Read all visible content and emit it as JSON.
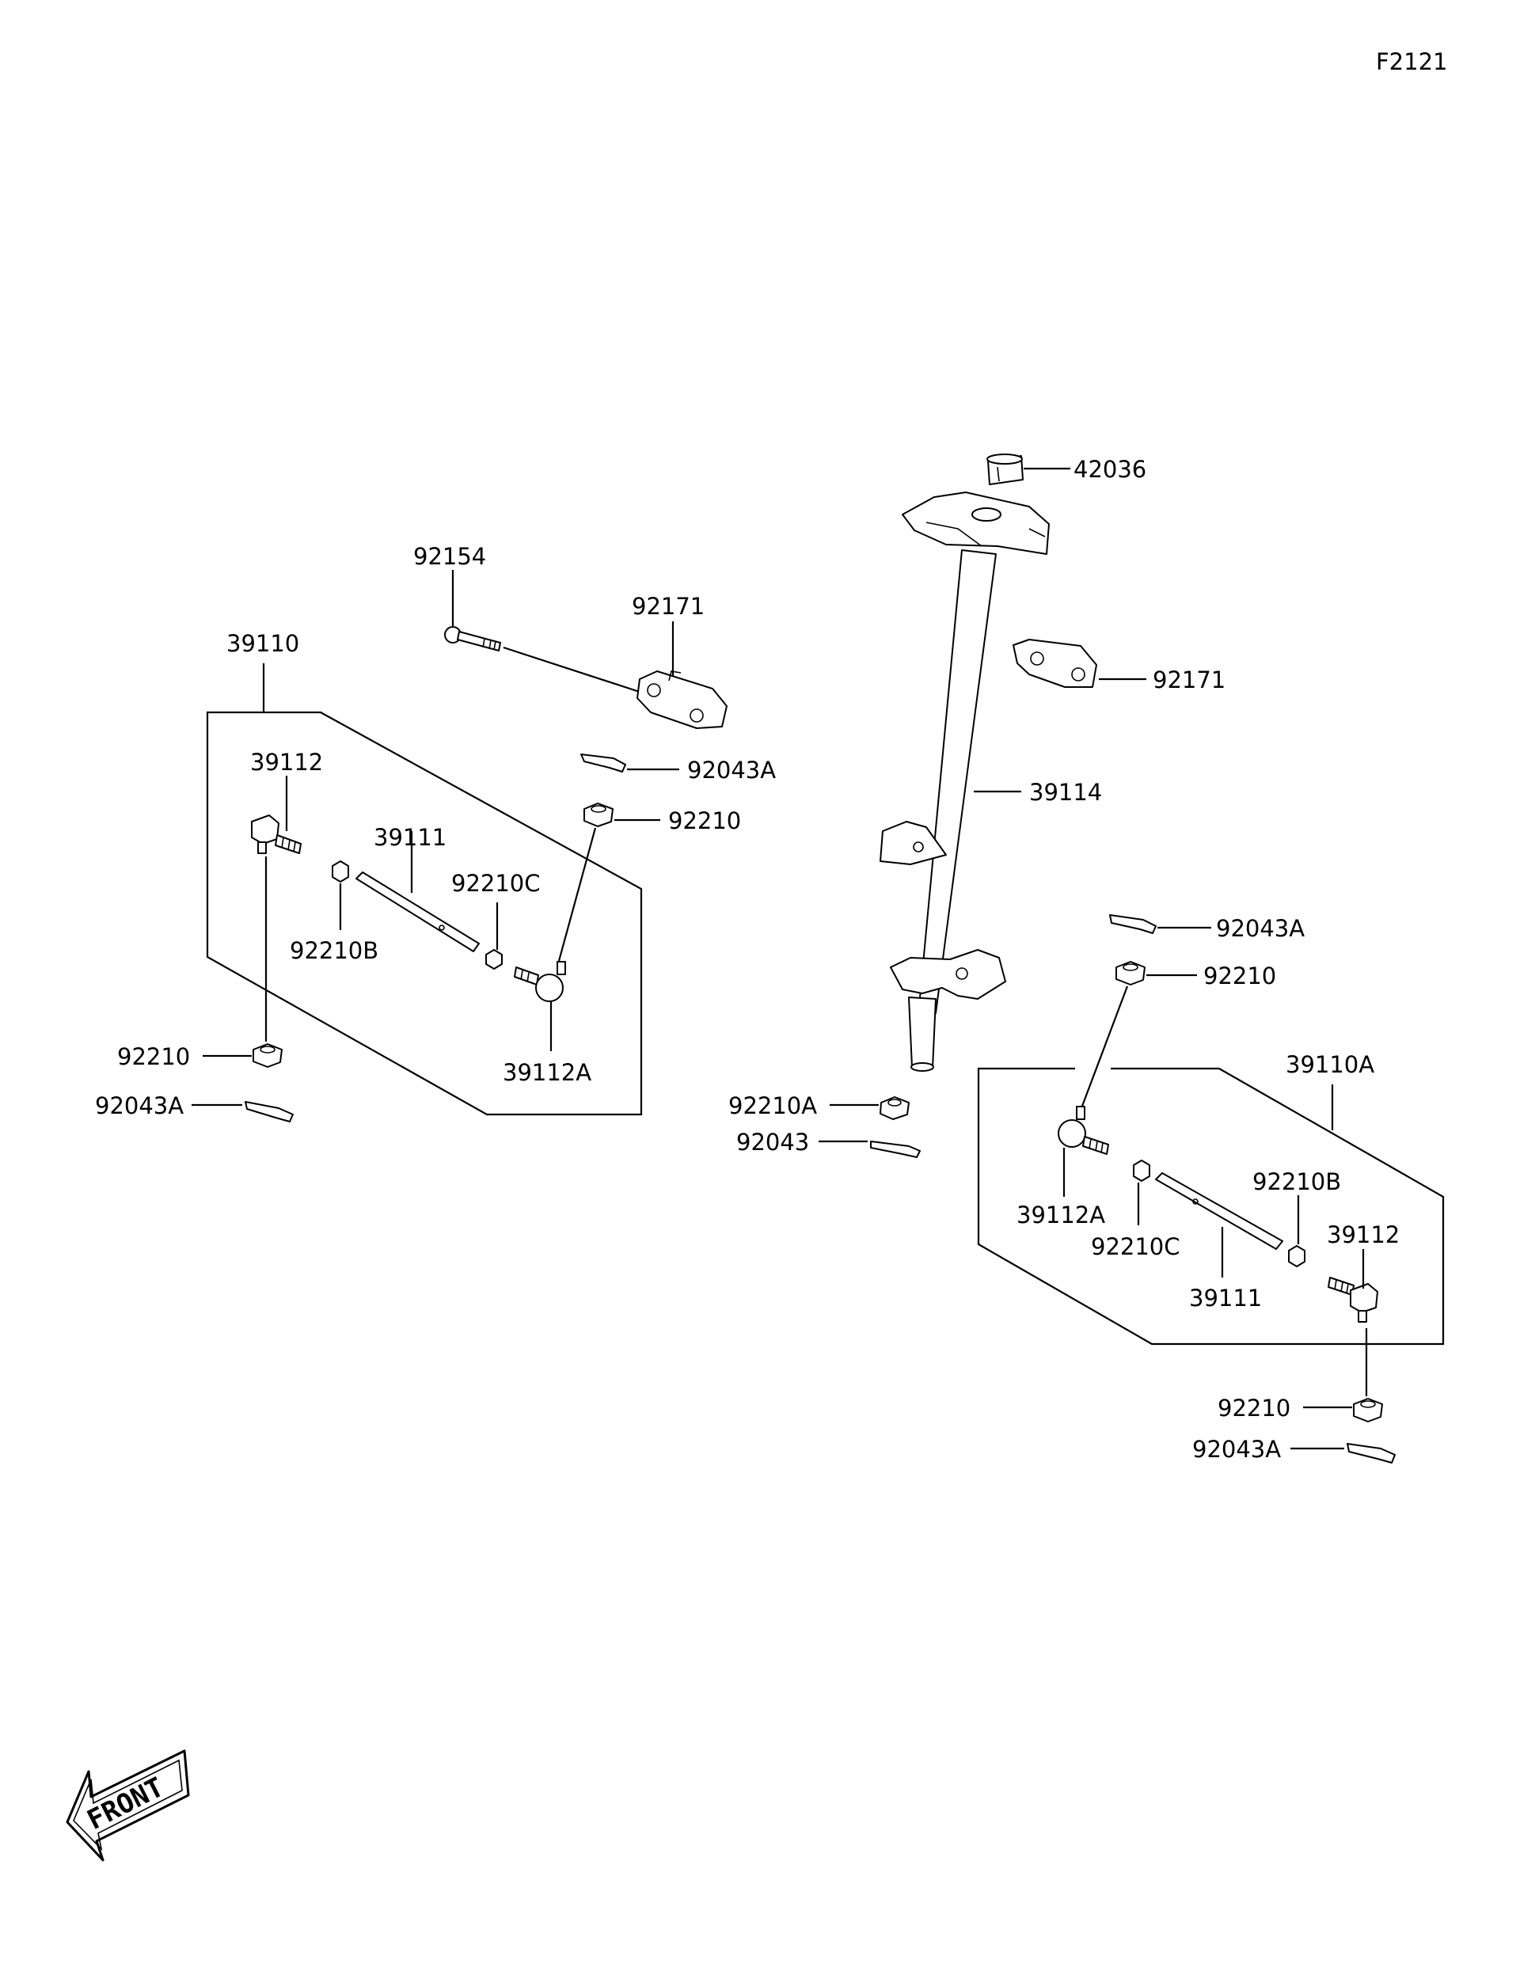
{
  "figure_code": "F2121",
  "labels": {
    "p42036": "42036",
    "p92154": "92154",
    "p92171_left": "92171",
    "p92171_right": "92171",
    "p39114": "39114",
    "p39110": "39110",
    "p39112_left": "39112",
    "p39111_left": "39111",
    "p92210C_left": "92210C",
    "p92210B_left": "92210B",
    "p92043A_upper_left": "92043A",
    "p92210_upper_left": "92210",
    "p39112A_left": "39112A",
    "p92210_lower_left": "92210",
    "p92043A_lower_left": "92043A",
    "p92210A_center": "92210A",
    "p92043_center": "92043",
    "p92043A_upper_right": "92043A",
    "p92210_upper_right": "92210",
    "p39110A": "39110A",
    "p39112A_right": "39112A",
    "p92210C_right": "92210C",
    "p39111_right": "39111",
    "p92210B_right": "92210B",
    "p39112_right": "39112",
    "p92210_lower_right": "92210",
    "p92043A_lower_right": "92043A"
  },
  "front_arrow": {
    "text": "FRONT"
  }
}
